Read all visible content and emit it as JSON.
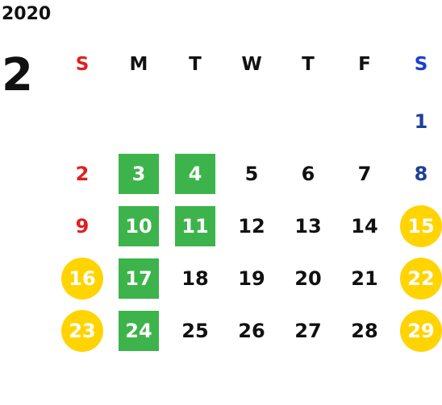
{
  "calendar": {
    "year": "2020",
    "month": "2",
    "weekdays": [
      "S",
      "M",
      "T",
      "W",
      "T",
      "F",
      "S"
    ],
    "weeks": [
      [
        {
          "day": "",
          "type": "empty"
        },
        {
          "day": "",
          "type": "empty"
        },
        {
          "day": "",
          "type": "empty"
        },
        {
          "day": "",
          "type": "empty"
        },
        {
          "day": "",
          "type": "empty"
        },
        {
          "day": "",
          "type": "empty"
        },
        {
          "day": "1",
          "type": "saturday"
        }
      ],
      [
        {
          "day": "2",
          "type": "sunday"
        },
        {
          "day": "3",
          "type": "green"
        },
        {
          "day": "4",
          "type": "green"
        },
        {
          "day": "5",
          "type": "plain"
        },
        {
          "day": "6",
          "type": "plain"
        },
        {
          "day": "7",
          "type": "plain"
        },
        {
          "day": "8",
          "type": "saturday"
        }
      ],
      [
        {
          "day": "9",
          "type": "sunday"
        },
        {
          "day": "10",
          "type": "green"
        },
        {
          "day": "11",
          "type": "green"
        },
        {
          "day": "12",
          "type": "plain"
        },
        {
          "day": "13",
          "type": "plain"
        },
        {
          "day": "14",
          "type": "plain"
        },
        {
          "day": "15",
          "type": "circle"
        }
      ],
      [
        {
          "day": "16",
          "type": "circle"
        },
        {
          "day": "17",
          "type": "green"
        },
        {
          "day": "18",
          "type": "plain"
        },
        {
          "day": "19",
          "type": "plain"
        },
        {
          "day": "20",
          "type": "plain"
        },
        {
          "day": "21",
          "type": "plain"
        },
        {
          "day": "22",
          "type": "circle"
        }
      ],
      [
        {
          "day": "23",
          "type": "circle"
        },
        {
          "day": "24",
          "type": "green"
        },
        {
          "day": "25",
          "type": "plain"
        },
        {
          "day": "26",
          "type": "plain"
        },
        {
          "day": "27",
          "type": "plain"
        },
        {
          "day": "28",
          "type": "plain"
        },
        {
          "day": "29",
          "type": "circle"
        }
      ]
    ],
    "colors": {
      "sunday": "#e02020",
      "saturday": "#1f3f9a",
      "highlight_green": "#3cb44b",
      "highlight_yellow": "#ffd400"
    }
  }
}
